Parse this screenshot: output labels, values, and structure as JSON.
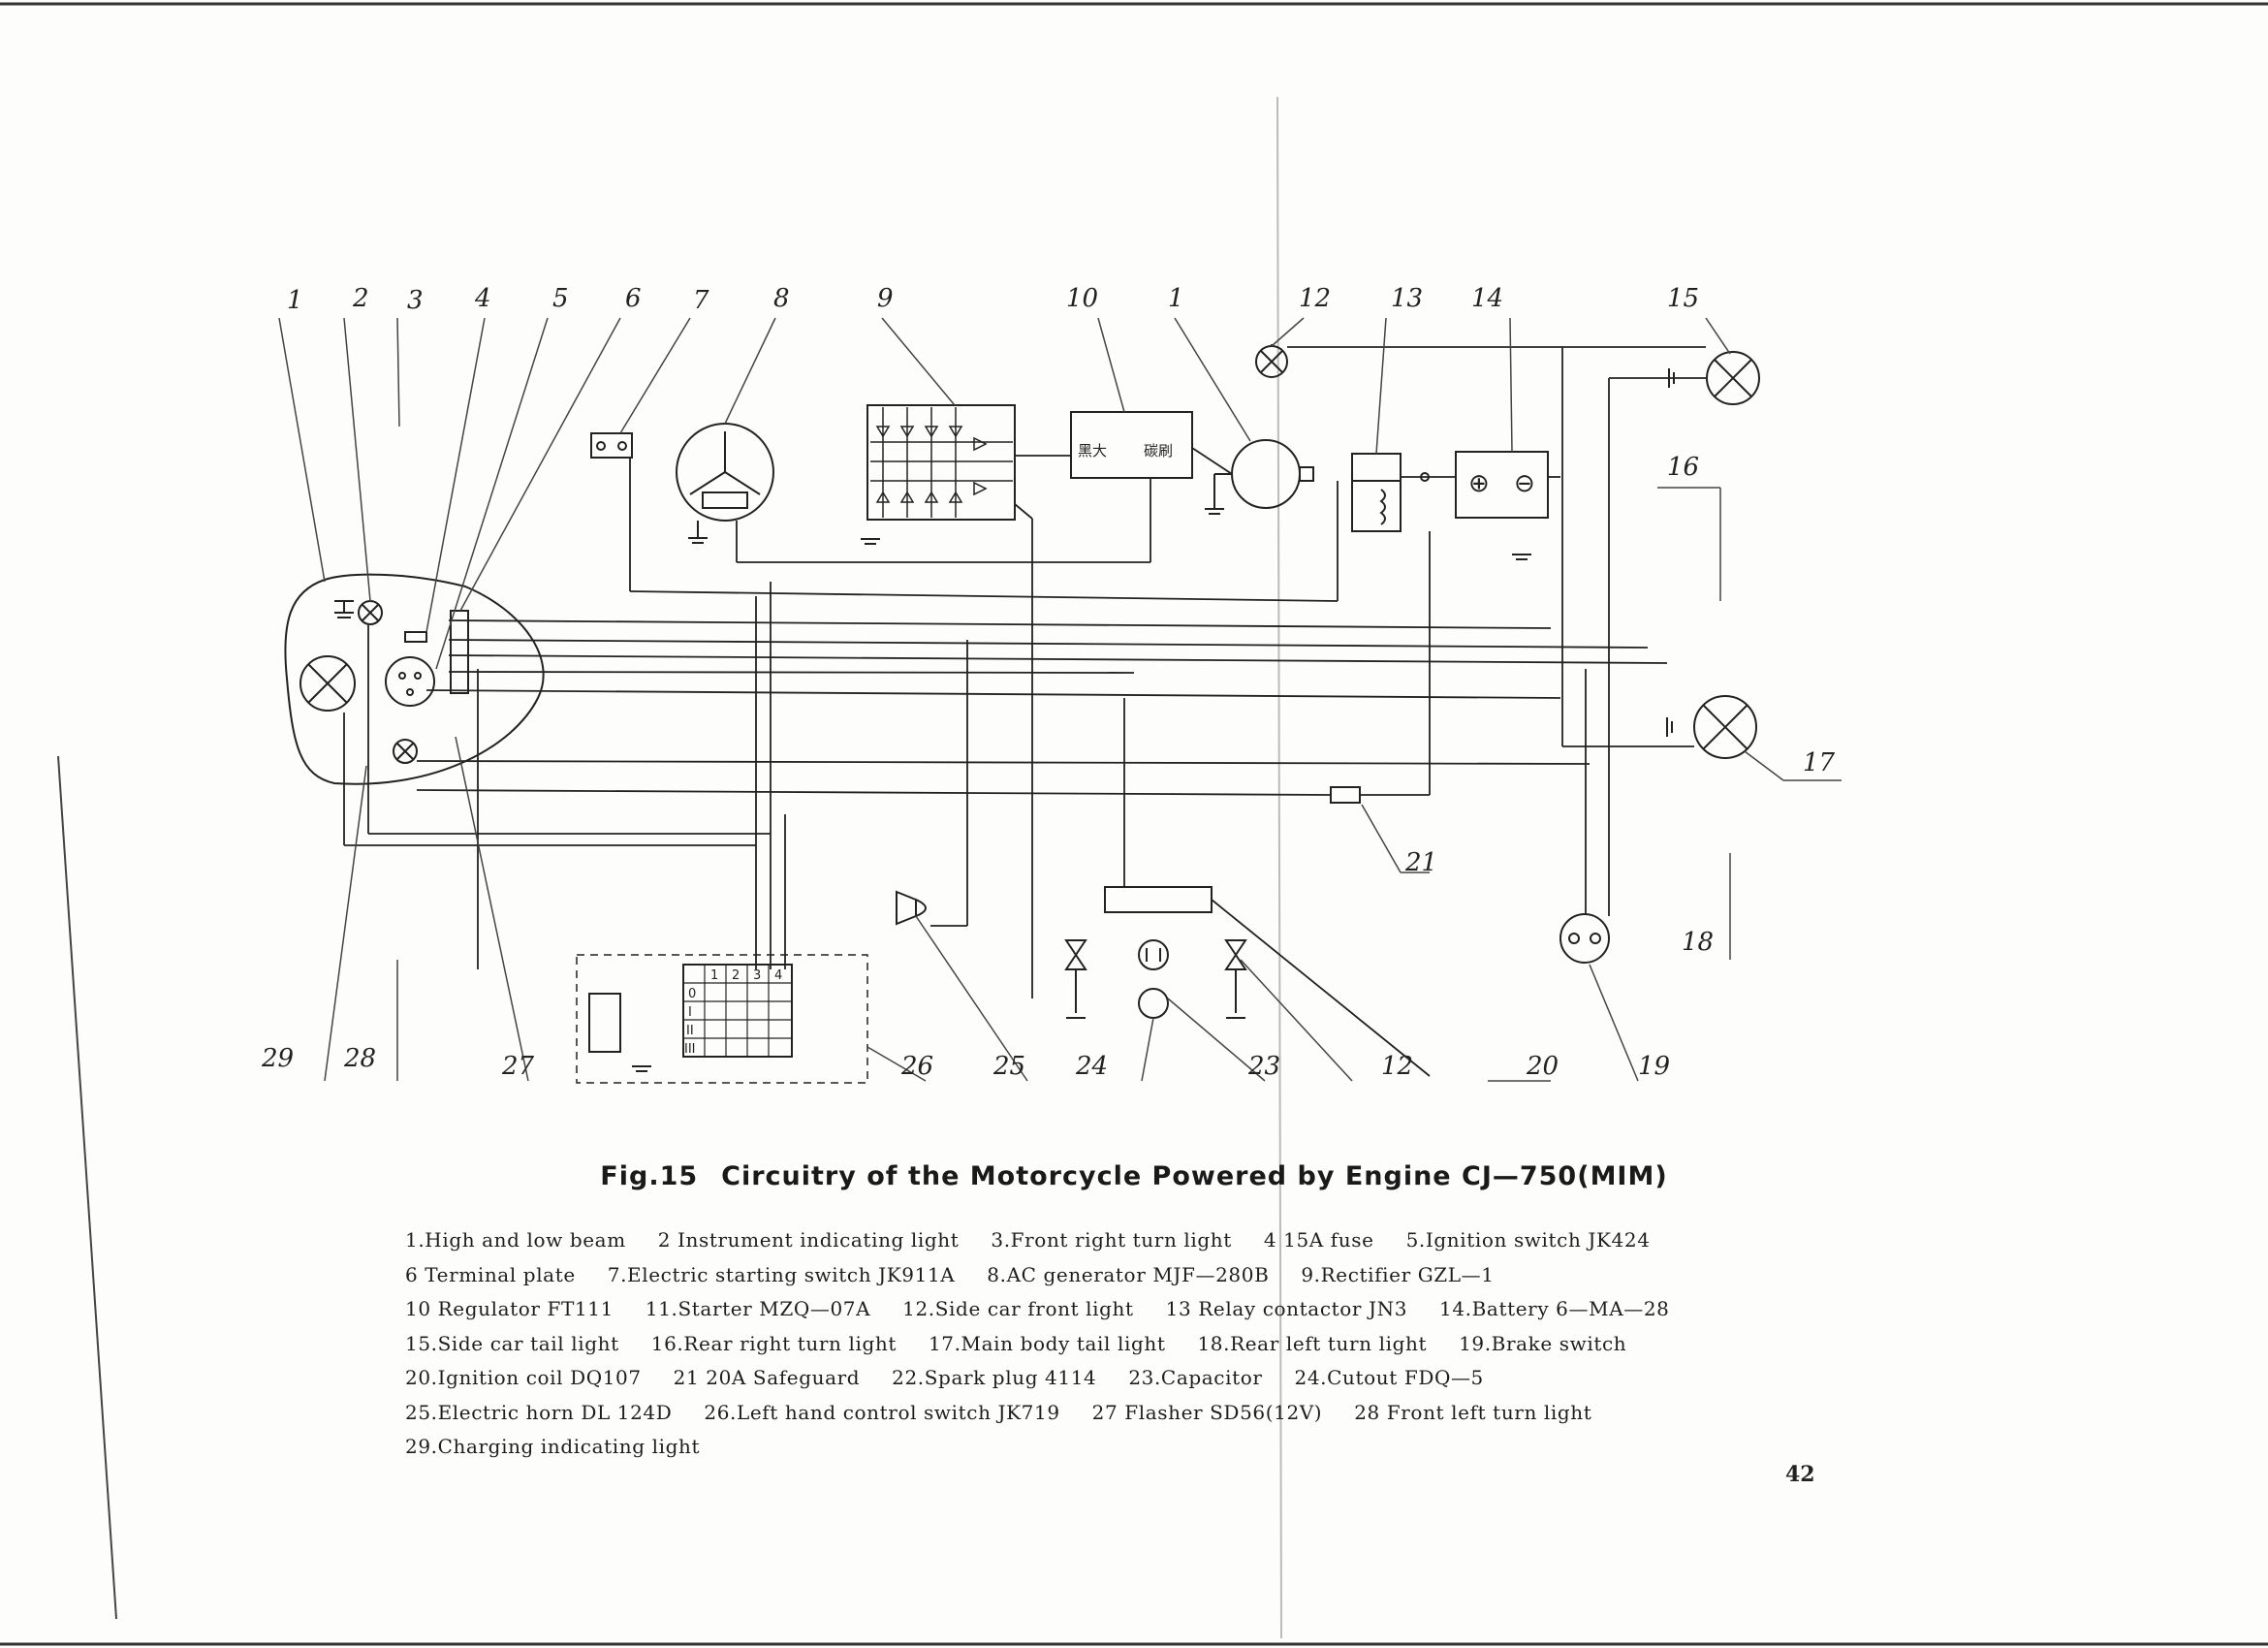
{
  "figure": {
    "label": "Fig.15",
    "title": "Circuitry of the Motorcycle Powered by Engine CJ—750(MIM)"
  },
  "callouts": [
    "1",
    "2",
    "3",
    "4",
    "5",
    "6",
    "7",
    "8",
    "9",
    "10",
    "1",
    "12",
    "13",
    "14",
    "15",
    "16",
    "17",
    "18",
    "19",
    "20",
    "12",
    "23",
    "24",
    "25",
    "26",
    "27",
    "28",
    "29",
    "21"
  ],
  "component_marks": {
    "gen_left": "黑大",
    "gen_right": "碳刷",
    "battery_plus": "⊕",
    "battery_minus": "⊖",
    "switch_cols": [
      "1",
      "2",
      "3",
      "4"
    ],
    "switch_rows": [
      "0",
      "I",
      "II",
      "III"
    ]
  },
  "legend": [
    "1.High and low beam",
    "2 Instrument indicating light",
    "3.Front right turn light",
    "4 15A fuse",
    "5.Ignition switch JK424",
    "6 Terminal plate",
    "7.Electric starting switch JK911A",
    "8.AC generator MJF—280B",
    "9.Rectifier GZL—1",
    "10 Regulator FT111",
    "11.Starter MZQ—07A",
    "12.Side car front light",
    "13 Relay contactor JN3",
    "14.Battery 6—MA—28",
    "15.Side car tail light",
    "16.Rear right turn light",
    "17.Main body tail light",
    "18.Rear left turn light",
    "19.Brake switch",
    "20.Ignition coil DQ107",
    "21 20A Safeguard",
    "22.Spark plug 4114",
    "23.Capacitor",
    "24.Cutout FDQ—5",
    "25.Electric horn DL 124D",
    "26.Left hand control switch JK719",
    "27 Flasher SD56(12V)",
    "28 Front left turn light",
    "29.Charging indicating light"
  ],
  "page_number": "42"
}
